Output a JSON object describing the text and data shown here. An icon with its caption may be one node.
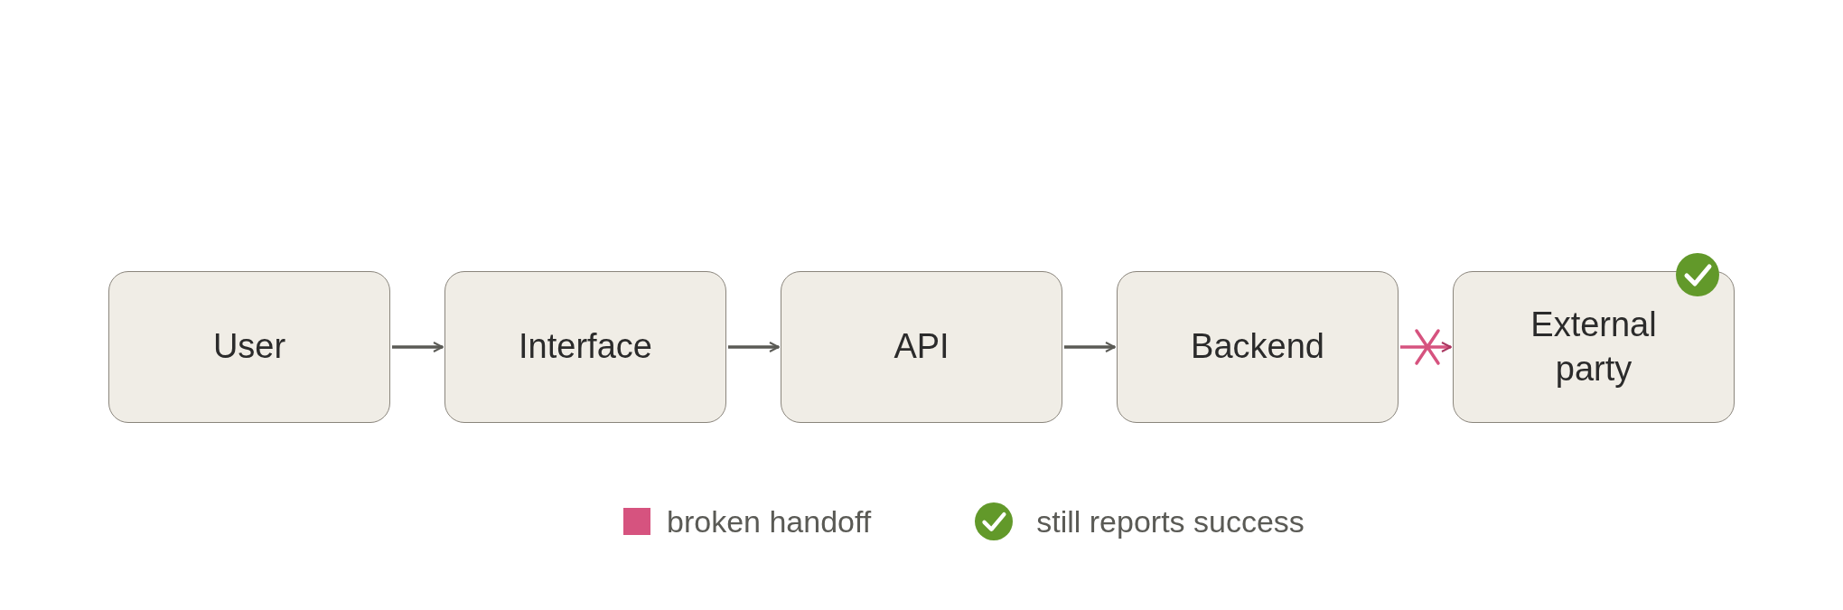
{
  "diagram": {
    "nodes": [
      {
        "text": [
          "User"
        ]
      },
      {
        "text": [
          "Interface"
        ]
      },
      {
        "text": [
          "API"
        ]
      },
      {
        "text": [
          "Backend"
        ]
      },
      {
        "text": [
          "External party"
        ]
      }
    ],
    "edges": [
      {
        "from": 0,
        "to": 1,
        "arrow": "to"
      },
      {
        "from": 1,
        "to": 2,
        "arrow": "to"
      },
      {
        "from": 2,
        "to": 3,
        "arrow": "to"
      },
      {
        "from": 3,
        "to": 4,
        "arrow": "to",
        "color": "#d6537f"
      }
    ],
    "legend": [
      {
        "text": "broken handoff",
        "color": "#d6537f"
      },
      {
        "text": "still reports success"
      }
    ]
  }
}
